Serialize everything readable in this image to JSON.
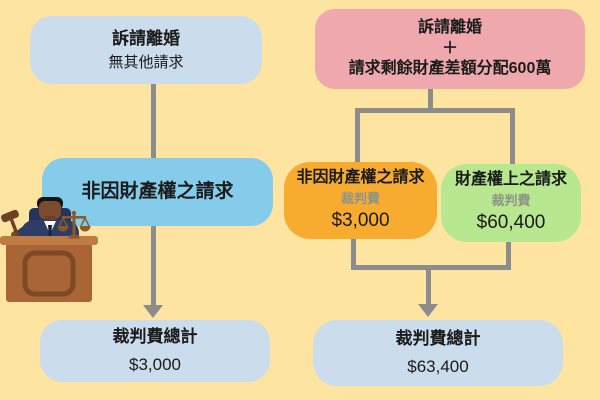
{
  "title": "divorce-court-fee-comparison-flowchart",
  "colors": {
    "background": "#FDE4A1",
    "light_blue_box": "#CBDCEC",
    "sky_blue_box": "#85CBEA",
    "pink_box": "#EFA9AE",
    "orange_box": "#F7AC30",
    "green_box": "#B7E78E",
    "connector_gray": "#8C8C8C",
    "fee_label_gray": "#8F938A"
  },
  "left_flow": {
    "start": {
      "line1": "訴請離婚",
      "line2": "無其他請求"
    },
    "claim": {
      "title": "非因財產權之請求"
    },
    "total": {
      "title": "裁判費總計",
      "amount": "$3,000"
    }
  },
  "right_flow": {
    "start": {
      "line1": "訴請離婚",
      "line2": "＋",
      "line3": "請求剩餘財產差額分配600萬"
    },
    "claim_nonproperty": {
      "title": "非因財產權之請求",
      "fee_label": "裁判費",
      "amount": "$3,000"
    },
    "claim_property": {
      "title": "財產權上之請求",
      "fee_label": "裁判費",
      "amount": "$60,400"
    },
    "total": {
      "title": "裁判費總計",
      "amount": "$63,400"
    }
  },
  "icons": {
    "judge": "judge-with-gavel-and-scales-illustration"
  }
}
